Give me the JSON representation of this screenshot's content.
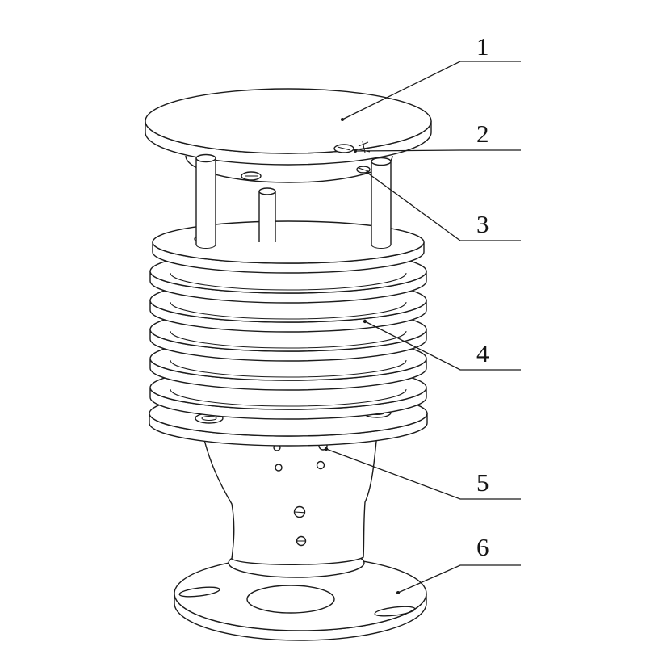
{
  "diagram": {
    "description": "exploded-style technical line drawing of a louvered radiation-shield sensor housing with numbered part callouts",
    "callouts": [
      {
        "label": "1"
      },
      {
        "label": "2"
      },
      {
        "label": "3"
      },
      {
        "label": "4"
      },
      {
        "label": "5"
      },
      {
        "label": "6"
      }
    ]
  },
  "colors": {
    "line": "#1b1b1b",
    "background": "#ffffff"
  }
}
